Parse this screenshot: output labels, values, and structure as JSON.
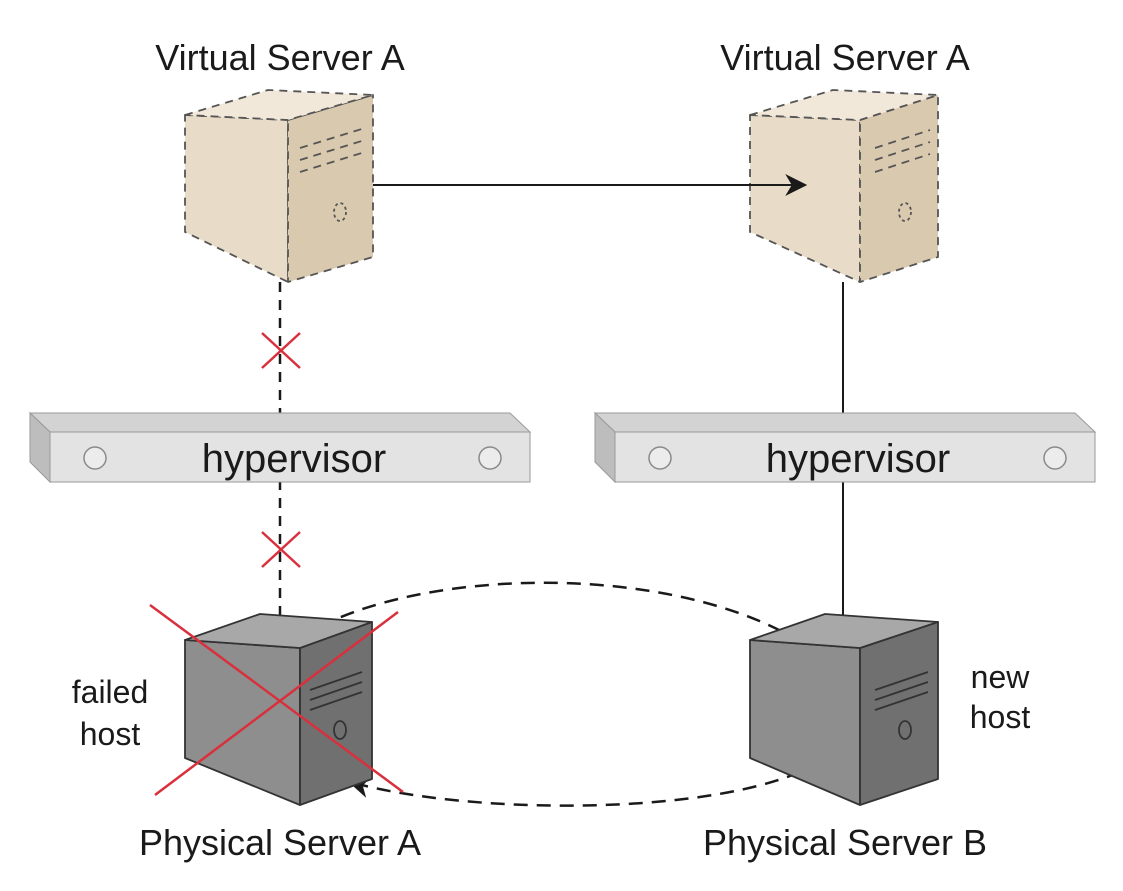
{
  "labels": {
    "virtual_left": "Virtual Server A",
    "virtual_right": "Virtual Server A",
    "hypervisor_left": "hypervisor",
    "hypervisor_right": "hypervisor",
    "failed_line1": "failed",
    "failed_line2": "host",
    "new_line1": "new",
    "new_line2": "host",
    "physical_left": "Physical Server A",
    "physical_right": "Physical Server B"
  },
  "colors": {
    "virtual_fill": "#ede0cc",
    "physical_fill": "#8e8e8e",
    "hypervisor_fill": "#e0e0e0",
    "failure_mark": "#d8303c",
    "line": "#1a1a1a"
  }
}
